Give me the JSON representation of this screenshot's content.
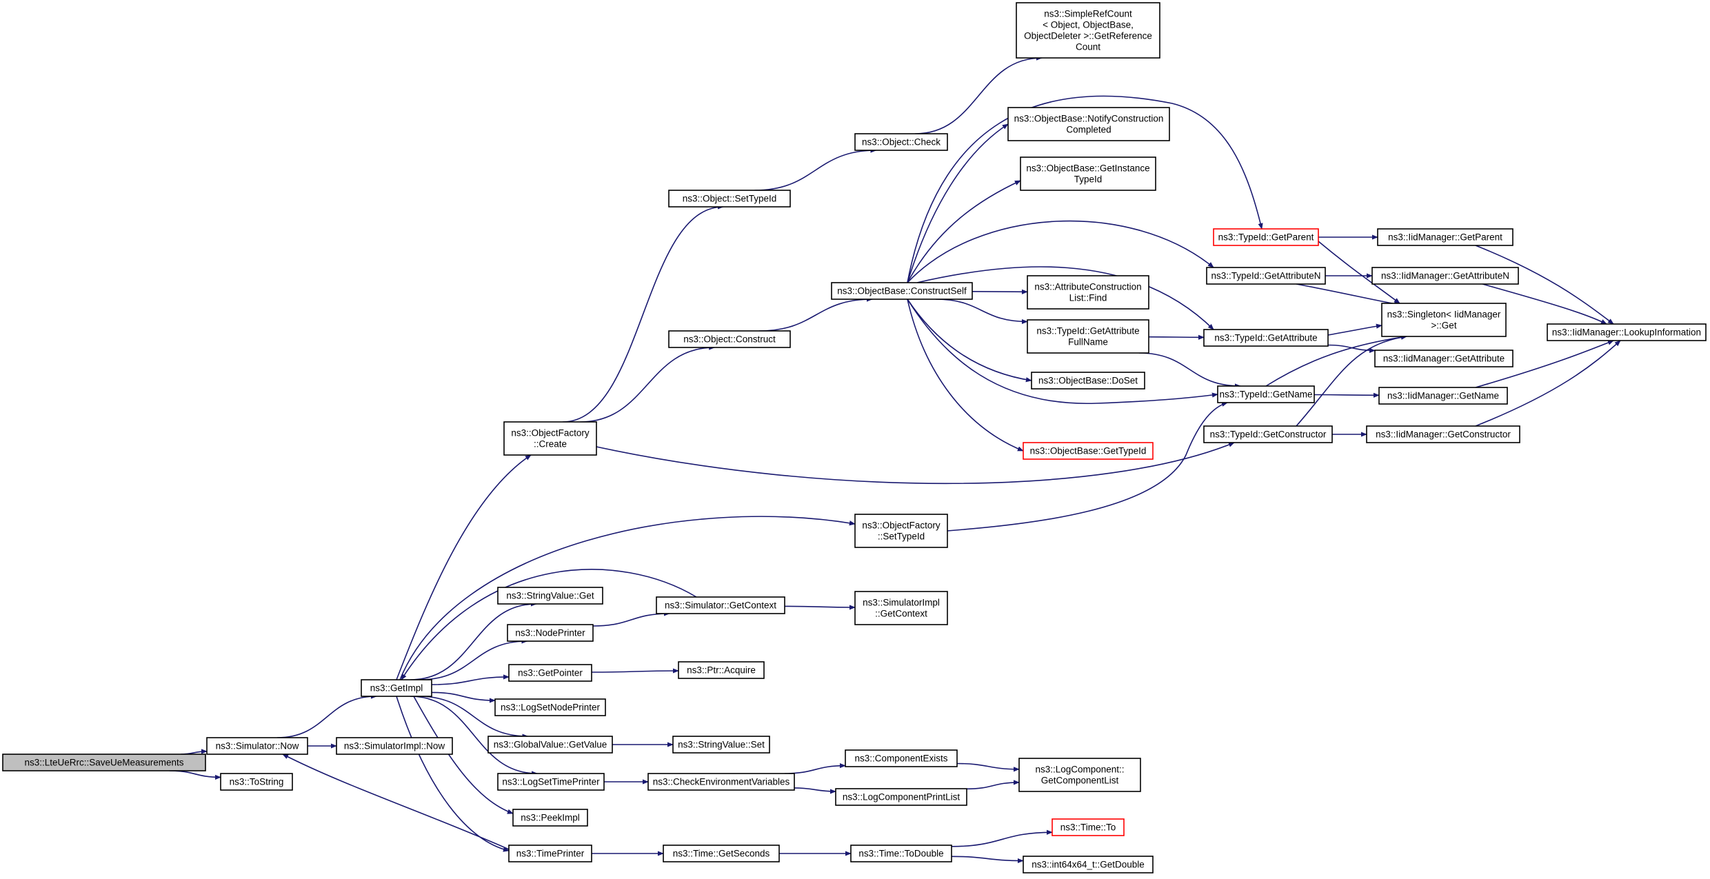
{
  "diagram": {
    "kind": "call-graph",
    "colors": {
      "edge": "#191970",
      "border": "#000000",
      "root_fill": "#bfbfbf",
      "truncated_border": "#ff0000"
    },
    "nodes": [
      {
        "id": "saveue",
        "lines": [
          "ns3::LteUeRrc::SaveUeMeasurements"
        ],
        "style": "root"
      },
      {
        "id": "simnow",
        "lines": [
          "ns3::Simulator::Now"
        ]
      },
      {
        "id": "tostring",
        "lines": [
          "ns3::ToString"
        ]
      },
      {
        "id": "getimpl",
        "lines": [
          "ns3::GetImpl"
        ]
      },
      {
        "id": "simimplnow",
        "lines": [
          "ns3::SimulatorImpl::Now"
        ]
      },
      {
        "id": "ofcreate",
        "lines": [
          "ns3::ObjectFactory",
          "::Create"
        ]
      },
      {
        "id": "ofsettypeid",
        "lines": [
          "ns3::ObjectFactory",
          "::SetTypeId"
        ]
      },
      {
        "id": "svget",
        "lines": [
          "ns3::StringValue::Get"
        ]
      },
      {
        "id": "simgetctx",
        "lines": [
          "ns3::Simulator::GetContext"
        ]
      },
      {
        "id": "nodeprinter",
        "lines": [
          "ns3::NodePrinter"
        ]
      },
      {
        "id": "getpointer",
        "lines": [
          "ns3::GetPointer"
        ]
      },
      {
        "id": "logsetnp",
        "lines": [
          "ns3::LogSetNodePrinter"
        ]
      },
      {
        "id": "gvgetvalue",
        "lines": [
          "ns3::GlobalValue::GetValue"
        ]
      },
      {
        "id": "logsettp",
        "lines": [
          "ns3::LogSetTimePrinter"
        ]
      },
      {
        "id": "peekimpl",
        "lines": [
          "ns3::PeekImpl"
        ]
      },
      {
        "id": "timeprinter",
        "lines": [
          "ns3::TimePrinter"
        ]
      },
      {
        "id": "objsettypeid",
        "lines": [
          "ns3::Object::SetTypeId"
        ]
      },
      {
        "id": "objconstruct",
        "lines": [
          "ns3::Object::Construct"
        ]
      },
      {
        "id": "objcheck",
        "lines": [
          "ns3::Object::Check"
        ]
      },
      {
        "id": "simplerc",
        "lines": [
          "ns3::SimpleRefCount",
          "< Object, ObjectBase,",
          "ObjectDeleter >::GetReference",
          "Count"
        ]
      },
      {
        "id": "construct",
        "lines": [
          "ns3::ObjectBase::ConstructSelf"
        ]
      },
      {
        "id": "notify",
        "lines": [
          "ns3::ObjectBase::NotifyConstruction",
          "Completed"
        ]
      },
      {
        "id": "getinst",
        "lines": [
          "ns3::ObjectBase::GetInstance",
          "TypeId"
        ]
      },
      {
        "id": "attrfind",
        "lines": [
          "ns3::AttributeConstruction",
          "List::Find"
        ]
      },
      {
        "id": "attrfull",
        "lines": [
          "ns3::TypeId::GetAttribute",
          "FullName"
        ]
      },
      {
        "id": "doset",
        "lines": [
          "ns3::ObjectBase::DoSet"
        ]
      },
      {
        "id": "obgettypeid",
        "lines": [
          "ns3::ObjectBase::GetTypeId"
        ],
        "style": "red"
      },
      {
        "id": "tgetparent",
        "lines": [
          "ns3::TypeId::GetParent"
        ],
        "style": "red"
      },
      {
        "id": "tgetattrn",
        "lines": [
          "ns3::TypeId::GetAttributeN"
        ]
      },
      {
        "id": "tgetattr",
        "lines": [
          "ns3::TypeId::GetAttribute"
        ]
      },
      {
        "id": "tgetname",
        "lines": [
          "ns3::TypeId::GetName"
        ]
      },
      {
        "id": "tgetctor",
        "lines": [
          "ns3::TypeId::GetConstructor"
        ]
      },
      {
        "id": "iidgetparent",
        "lines": [
          "ns3::IidManager::GetParent"
        ]
      },
      {
        "id": "iidgetattrn",
        "lines": [
          "ns3::IidManager::GetAttributeN"
        ]
      },
      {
        "id": "singleton",
        "lines": [
          "ns3::Singleton< IidManager",
          ">::Get"
        ]
      },
      {
        "id": "iidgetattr",
        "lines": [
          "ns3::IidManager::GetAttribute"
        ]
      },
      {
        "id": "iidgetname",
        "lines": [
          "ns3::IidManager::GetName"
        ]
      },
      {
        "id": "iidgetctor",
        "lines": [
          "ns3::IidManager::GetConstructor"
        ]
      },
      {
        "id": "lookup",
        "lines": [
          "ns3::IidManager::LookupInformation"
        ]
      },
      {
        "id": "simimplctx",
        "lines": [
          "ns3::SimulatorImpl",
          "::GetContext"
        ]
      },
      {
        "id": "ptracquire",
        "lines": [
          "ns3::Ptr::Acquire"
        ]
      },
      {
        "id": "svset",
        "lines": [
          "ns3::StringValue::Set"
        ]
      },
      {
        "id": "checkenv",
        "lines": [
          "ns3::CheckEnvironmentVariables"
        ]
      },
      {
        "id": "compexists",
        "lines": [
          "ns3::ComponentExists"
        ]
      },
      {
        "id": "logcpl",
        "lines": [
          "ns3::LogComponentPrintList"
        ]
      },
      {
        "id": "logcgcl",
        "lines": [
          "ns3::LogComponent::",
          "GetComponentList"
        ]
      },
      {
        "id": "timegetsec",
        "lines": [
          "ns3::Time::GetSeconds"
        ]
      },
      {
        "id": "timetodouble",
        "lines": [
          "ns3::Time::ToDouble"
        ]
      },
      {
        "id": "timeto",
        "lines": [
          "ns3::Time::To"
        ],
        "style": "red"
      },
      {
        "id": "int64",
        "lines": [
          "ns3::int64x64_t::GetDouble"
        ]
      }
    ],
    "edges": [
      [
        "saveue",
        "simnow"
      ],
      [
        "saveue",
        "tostring"
      ],
      [
        "simnow",
        "getimpl"
      ],
      [
        "simnow",
        "simimplnow"
      ],
      [
        "getimpl",
        "ofcreate"
      ],
      [
        "getimpl",
        "ofsettypeid"
      ],
      [
        "getimpl",
        "svget"
      ],
      [
        "getimpl",
        "nodeprinter"
      ],
      [
        "getimpl",
        "getpointer"
      ],
      [
        "getimpl",
        "logsetnp"
      ],
      [
        "getimpl",
        "gvgetvalue"
      ],
      [
        "getimpl",
        "logsettp"
      ],
      [
        "getimpl",
        "peekimpl"
      ],
      [
        "getimpl",
        "timeprinter"
      ],
      [
        "simgetctx",
        "getimpl"
      ],
      [
        "ofcreate",
        "objsettypeid"
      ],
      [
        "ofcreate",
        "objconstruct"
      ],
      [
        "ofcreate",
        "tgetctor"
      ],
      [
        "objsettypeid",
        "objcheck"
      ],
      [
        "objcheck",
        "simplerc"
      ],
      [
        "objconstruct",
        "construct"
      ],
      [
        "construct",
        "tgetparent"
      ],
      [
        "construct",
        "notify"
      ],
      [
        "construct",
        "getinst"
      ],
      [
        "construct",
        "tgetattrn"
      ],
      [
        "construct",
        "tgetattr"
      ],
      [
        "construct",
        "attrfind"
      ],
      [
        "construct",
        "attrfull"
      ],
      [
        "construct",
        "doset"
      ],
      [
        "construct",
        "tgetname"
      ],
      [
        "construct",
        "obgettypeid"
      ],
      [
        "attrfull",
        "tgetattr"
      ],
      [
        "attrfull",
        "tgetname"
      ],
      [
        "tgetparent",
        "iidgetparent"
      ],
      [
        "tgetparent",
        "singleton"
      ],
      [
        "tgetattrn",
        "iidgetattrn"
      ],
      [
        "tgetattrn",
        "singleton"
      ],
      [
        "tgetattr",
        "singleton"
      ],
      [
        "tgetattr",
        "iidgetattr"
      ],
      [
        "tgetname",
        "singleton"
      ],
      [
        "tgetname",
        "iidgetname"
      ],
      [
        "tgetctor",
        "singleton"
      ],
      [
        "tgetctor",
        "iidgetctor"
      ],
      [
        "iidgetparent",
        "lookup"
      ],
      [
        "iidgetattrn",
        "lookup"
      ],
      [
        "iidgetname",
        "lookup"
      ],
      [
        "iidgetctor",
        "lookup"
      ],
      [
        "ofsettypeid",
        "tgetname"
      ],
      [
        "nodeprinter",
        "simgetctx"
      ],
      [
        "simgetctx",
        "simimplctx"
      ],
      [
        "getpointer",
        "ptracquire"
      ],
      [
        "gvgetvalue",
        "svset"
      ],
      [
        "logsettp",
        "checkenv"
      ],
      [
        "checkenv",
        "compexists"
      ],
      [
        "checkenv",
        "logcpl"
      ],
      [
        "compexists",
        "logcgcl"
      ],
      [
        "logcpl",
        "logcgcl"
      ],
      [
        "timeprinter",
        "simnow"
      ],
      [
        "timeprinter",
        "timegetsec"
      ],
      [
        "timegetsec",
        "timetodouble"
      ],
      [
        "timetodouble",
        "timeto"
      ],
      [
        "timetodouble",
        "int64"
      ]
    ]
  }
}
